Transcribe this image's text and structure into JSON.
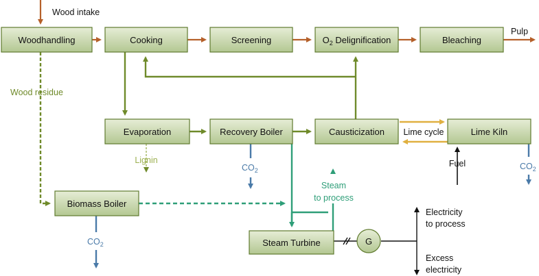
{
  "colors": {
    "box_fill_top": "#e6edd6",
    "box_fill_bottom": "#b3c792",
    "box_stroke": "#5f7a2e",
    "brown": "#b5602a",
    "olive": "#6f8a2a",
    "teal": "#2e9e78",
    "blue": "#4a7aa8",
    "gold": "#e0b040",
    "black": "#111111"
  },
  "boxes": {
    "woodhandling": "Woodhandling",
    "cooking": "Cooking",
    "screening": "Screening",
    "o2_delig": "Delignification",
    "bleaching": "Bleaching",
    "evaporation": "Evaporation",
    "recovery_boiler": "Recovery Boiler",
    "causticization": "Causticization",
    "lime_kiln": "Lime Kiln",
    "biomass_boiler": "Biomass Boiler",
    "steam_turbine": "Steam Turbine",
    "generator": "G"
  },
  "labels": {
    "wood_intake": "Wood intake",
    "pulp": "Pulp",
    "wood_residue": "Wood residue",
    "lignin": "Lignin",
    "lime_cycle": "Lime cycle",
    "fuel": "Fuel",
    "steam_line1": "Steam",
    "steam_line2": "to process",
    "elec_process_line1": "Electricity",
    "elec_process_line2": "to process",
    "excess_line1": "Excess",
    "excess_line2": "electricity",
    "co2": "CO",
    "co2_sub": "2",
    "o2": "O",
    "o2_sub": "2"
  }
}
